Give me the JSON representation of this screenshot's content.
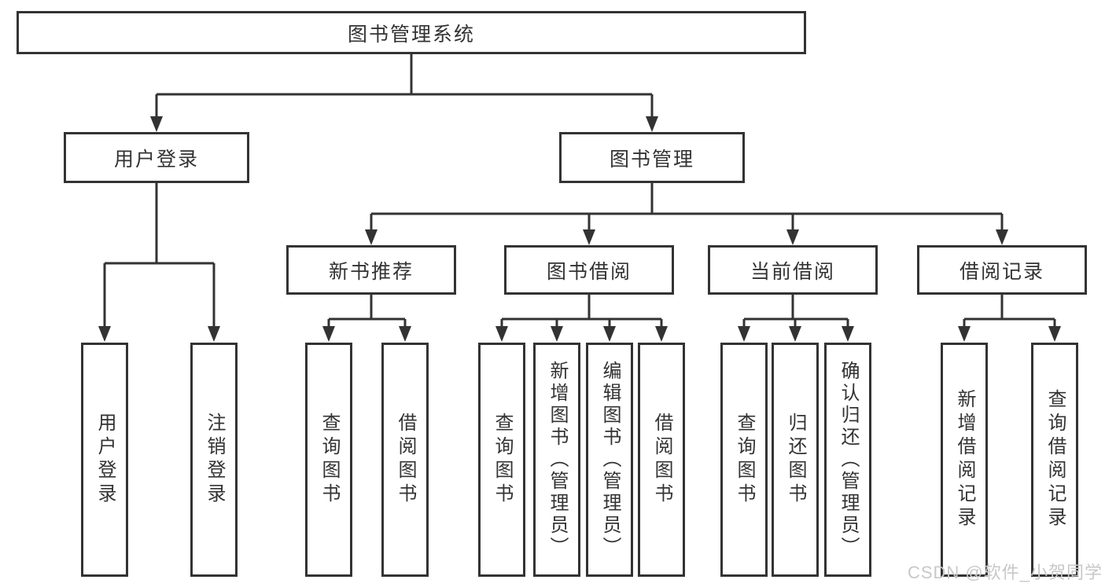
{
  "diagram": {
    "root": {
      "label": "图书管理系统"
    },
    "branches": [
      {
        "label": "用户登录",
        "children": [
          {
            "label": "用户登录"
          },
          {
            "label": "注销登录"
          }
        ]
      },
      {
        "label": "图书管理",
        "children": [
          {
            "label": "新书推荐",
            "children": [
              {
                "label": "查询图书"
              },
              {
                "label": "借阅图书"
              }
            ]
          },
          {
            "label": "图书借阅",
            "children": [
              {
                "label": "查询图书"
              },
              {
                "label": "新增图书（管理员）"
              },
              {
                "label": "编辑图书（管理员）"
              },
              {
                "label": "借阅图书"
              }
            ]
          },
          {
            "label": "当前借阅",
            "children": [
              {
                "label": "查询图书"
              },
              {
                "label": "归还图书"
              },
              {
                "label": "确认归还（管理员）"
              }
            ]
          },
          {
            "label": "借阅记录",
            "children": [
              {
                "label": "新增借阅记录"
              },
              {
                "label": "查询借阅记录"
              }
            ]
          }
        ]
      }
    ]
  },
  "watermark": {
    "text": "CSDN @软件_小贺同学"
  },
  "colors": {
    "line": "#333333",
    "box_border": "#333333",
    "text": "#333333",
    "background": "#ffffff",
    "watermark": "#c8c8c8"
  }
}
